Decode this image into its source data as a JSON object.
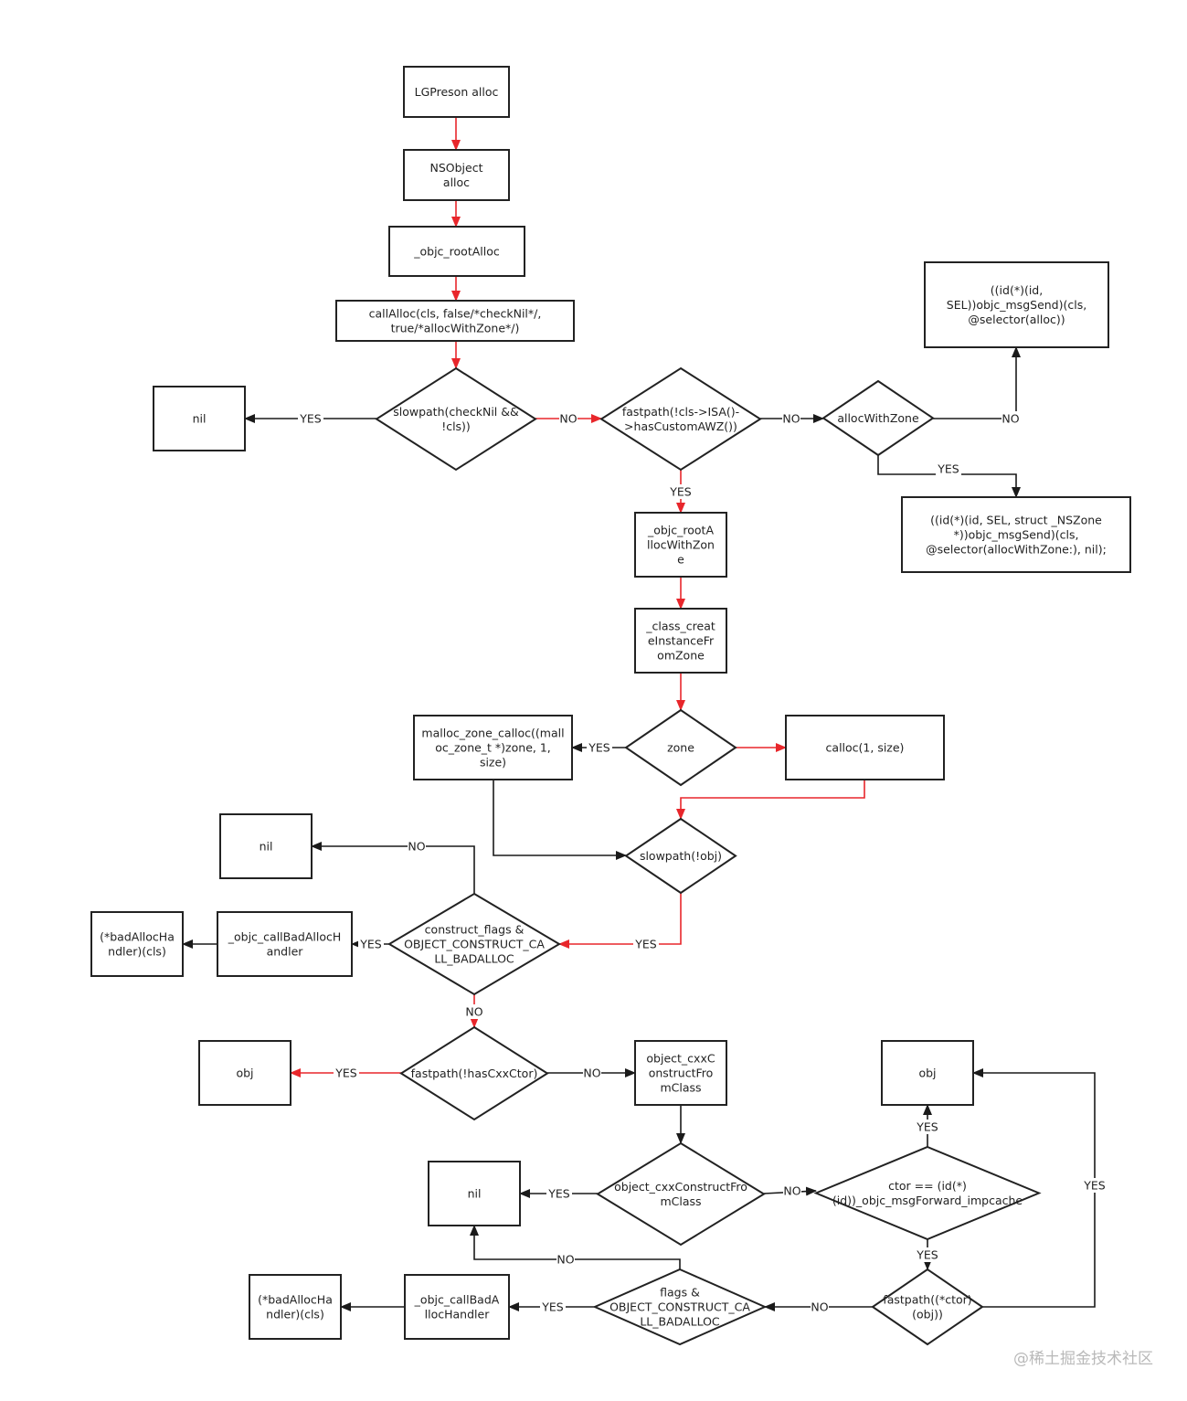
{
  "colors": {
    "primary_flow": "#e8262b",
    "secondary_flow": "#1a1a1a",
    "node_border": "#222222",
    "watermark": "#b9b9b9"
  },
  "nodes": [
    {
      "id": "lgpreson",
      "shape": "rect",
      "lines": [
        "LGPreson alloc"
      ]
    },
    {
      "id": "nsobject",
      "shape": "rect",
      "lines": [
        "NSObject",
        "alloc"
      ]
    },
    {
      "id": "rootalloc",
      "shape": "rect",
      "lines": [
        "_objc_rootAlloc"
      ]
    },
    {
      "id": "callalloc",
      "shape": "rect",
      "lines": [
        "callAlloc(cls, false/*checkNil*/,",
        "true/*allocWithZone*/)"
      ]
    },
    {
      "id": "slowpath1",
      "shape": "diamond",
      "lines": [
        "slowpath(checkNil &&",
        "!cls))"
      ]
    },
    {
      "id": "nil1",
      "shape": "rect",
      "lines": [
        "nil"
      ]
    },
    {
      "id": "fastpath1",
      "shape": "diamond",
      "lines": [
        "fastpath(!cls->ISA()-",
        ">hasCustomAWZ())"
      ]
    },
    {
      "id": "allocwithzone",
      "shape": "diamond",
      "lines": [
        "allocWithZone"
      ]
    },
    {
      "id": "msgsend1",
      "shape": "rect",
      "lines": [
        "((id(*)(id,",
        "SEL))objc_msgSend)(cls,",
        "@selector(alloc))"
      ]
    },
    {
      "id": "msgsend2",
      "shape": "rect",
      "lines": [
        "((id(*)(id, SEL, struct _NSZone",
        "*))objc_msgSend)(cls,",
        "@selector(allocWithZone:), nil);"
      ]
    },
    {
      "id": "rootallocwithzone",
      "shape": "rect",
      "lines": [
        "_objc_rootA",
        "llocWithZon",
        "e"
      ]
    },
    {
      "id": "classcreate",
      "shape": "rect",
      "lines": [
        "_class_creat",
        "eInstanceFr",
        "omZone"
      ]
    },
    {
      "id": "zone",
      "shape": "diamond",
      "lines": [
        "zone"
      ]
    },
    {
      "id": "malloczone",
      "shape": "rect",
      "lines": [
        "malloc_zone_calloc((mall",
        "oc_zone_t *)zone, 1,",
        "size)"
      ]
    },
    {
      "id": "calloc",
      "shape": "rect",
      "lines": [
        "calloc(1, size)"
      ]
    },
    {
      "id": "slowpathobj",
      "shape": "diamond",
      "lines": [
        "slowpath(!obj)"
      ]
    },
    {
      "id": "nil2",
      "shape": "rect",
      "lines": [
        "nil"
      ]
    },
    {
      "id": "constructflags",
      "shape": "diamond",
      "lines": [
        "construct_flags &",
        "OBJECT_CONSTRUCT_CA",
        "LL_BADALLOC"
      ]
    },
    {
      "id": "callbadalloc1",
      "shape": "rect",
      "lines": [
        "_objc_callBadAllocH",
        "andler"
      ]
    },
    {
      "id": "badallochandler1",
      "shape": "rect",
      "lines": [
        "(*badAllocHa",
        "ndler)(cls)"
      ]
    },
    {
      "id": "fastpathcxx",
      "shape": "diamond",
      "lines": [
        "fastpath(!hasCxxCtor)"
      ]
    },
    {
      "id": "obj1",
      "shape": "rect",
      "lines": [
        "obj"
      ]
    },
    {
      "id": "cxxconstruct",
      "shape": "rect",
      "lines": [
        "object_cxxC",
        "onstructFro",
        "mClass"
      ]
    },
    {
      "id": "cxxconstructd",
      "shape": "diamond",
      "lines": [
        "object_cxxConstructFro",
        "mClass"
      ]
    },
    {
      "id": "nil3",
      "shape": "rect",
      "lines": [
        "nil"
      ]
    },
    {
      "id": "ctoreq",
      "shape": "diamond",
      "lines": [
        "ctor == (id(*)",
        "(id))_objc_msgForward_impcache"
      ]
    },
    {
      "id": "obj2",
      "shape": "rect",
      "lines": [
        "obj"
      ]
    },
    {
      "id": "fastpathctor",
      "shape": "diamond",
      "lines": [
        "fastpath((*ctor)",
        "(obj))"
      ]
    },
    {
      "id": "flagsd",
      "shape": "diamond",
      "lines": [
        "flags &",
        "OBJECT_CONSTRUCT_CA",
        "LL_BADALLOC"
      ]
    },
    {
      "id": "callbadalloc2",
      "shape": "rect",
      "lines": [
        "_objc_callBadA",
        "llocHandler"
      ]
    },
    {
      "id": "badallochandler2",
      "shape": "rect",
      "lines": [
        "(*badAllocHa",
        "ndler)(cls)"
      ]
    }
  ],
  "edges": [
    {
      "from": "lgpreson",
      "to": "nsobject",
      "color": "primary",
      "label": ""
    },
    {
      "from": "nsobject",
      "to": "rootalloc",
      "color": "primary",
      "label": ""
    },
    {
      "from": "rootalloc",
      "to": "callalloc",
      "color": "primary",
      "label": ""
    },
    {
      "from": "callalloc",
      "to": "slowpath1",
      "color": "primary",
      "label": ""
    },
    {
      "from": "slowpath1",
      "to": "nil1",
      "color": "secondary",
      "label": "YES"
    },
    {
      "from": "slowpath1",
      "to": "fastpath1",
      "color": "primary",
      "label": "NO"
    },
    {
      "from": "fastpath1",
      "to": "allocwithzone",
      "color": "secondary",
      "label": "NO"
    },
    {
      "from": "allocwithzone",
      "to": "msgsend1",
      "color": "secondary",
      "label": "NO"
    },
    {
      "from": "allocwithzone",
      "to": "msgsend2",
      "color": "secondary",
      "label": "YES"
    },
    {
      "from": "fastpath1",
      "to": "rootallocwithzone",
      "color": "primary",
      "label": "YES"
    },
    {
      "from": "rootallocwithzone",
      "to": "classcreate",
      "color": "primary",
      "label": ""
    },
    {
      "from": "classcreate",
      "to": "zone",
      "color": "primary",
      "label": ""
    },
    {
      "from": "zone",
      "to": "malloczone",
      "color": "secondary",
      "label": "YES"
    },
    {
      "from": "zone",
      "to": "calloc",
      "color": "primary",
      "label": ""
    },
    {
      "from": "calloc",
      "to": "slowpathobj",
      "color": "primary",
      "label": ""
    },
    {
      "from": "malloczone",
      "to": "slowpathobj",
      "color": "secondary",
      "label": ""
    },
    {
      "from": "slowpathobj",
      "to": "constructflags",
      "color": "primary",
      "label": "YES"
    },
    {
      "from": "constructflags",
      "to": "nil2",
      "color": "secondary",
      "label": "NO"
    },
    {
      "from": "constructflags",
      "to": "callbadalloc1",
      "color": "secondary",
      "label": "YES"
    },
    {
      "from": "callbadalloc1",
      "to": "badallochandler1",
      "color": "secondary",
      "label": ""
    },
    {
      "from": "constructflags",
      "to": "fastpathcxx",
      "color": "primary",
      "label": "NO"
    },
    {
      "from": "fastpathcxx",
      "to": "obj1",
      "color": "primary",
      "label": "YES"
    },
    {
      "from": "fastpathcxx",
      "to": "cxxconstruct",
      "color": "secondary",
      "label": "NO"
    },
    {
      "from": "cxxconstruct",
      "to": "cxxconstructd",
      "color": "secondary",
      "label": ""
    },
    {
      "from": "cxxconstructd",
      "to": "nil3",
      "color": "secondary",
      "label": "YES"
    },
    {
      "from": "cxxconstructd",
      "to": "ctoreq",
      "color": "secondary",
      "label": "NO"
    },
    {
      "from": "ctoreq",
      "to": "obj2",
      "color": "secondary",
      "label": "YES"
    },
    {
      "from": "ctoreq",
      "to": "fastpathctor",
      "color": "secondary",
      "label": "YES"
    },
    {
      "from": "fastpathctor",
      "to": "obj2",
      "color": "secondary",
      "label": "YES"
    },
    {
      "from": "fastpathctor",
      "to": "flagsd",
      "color": "secondary",
      "label": "NO"
    },
    {
      "from": "flagsd",
      "to": "nil3",
      "color": "secondary",
      "label": "NO"
    },
    {
      "from": "flagsd",
      "to": "callbadalloc2",
      "color": "secondary",
      "label": "YES"
    },
    {
      "from": "callbadalloc2",
      "to": "badallochandler2",
      "color": "secondary",
      "label": ""
    }
  ],
  "watermark": "@稀土掘金技术社区"
}
